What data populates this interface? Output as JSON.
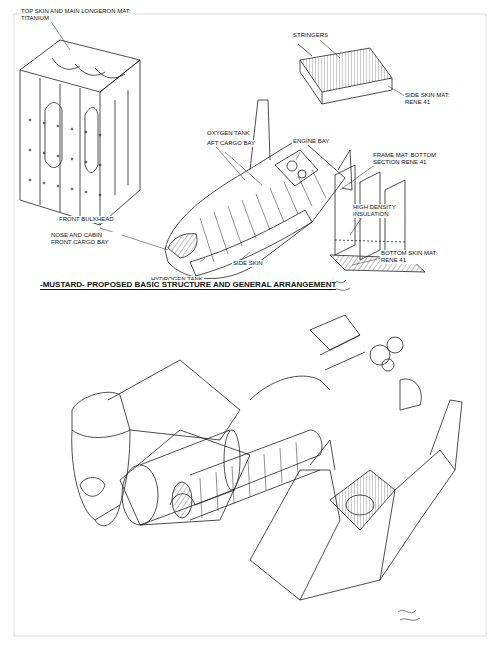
{
  "diagram": {
    "title": "-MUSTARD- PROPOSED BASIC STRUCTURE AND GENERAL ARRANGEMENT",
    "labels": [
      "TOP SKIN AND MAIN LONGERON MAT: TITANIUM",
      "STRINGERS",
      "SIDE SKIN MAT: RENE 41",
      "OXYGEN TANK",
      "AFT CARGO BAY",
      "ENGINE BAY",
      "FRAME MAT: BOTTOM SECTION RENE 41",
      "HIGH DENSITY INSULATION",
      "BOTTOM SKIN MAT: RENE 41",
      "FRONT BULKHEAD",
      "NOSE AND CABIN FRONT CARGO BAY",
      "HYDROGEN TANK",
      "SIDE SKIN"
    ]
  }
}
